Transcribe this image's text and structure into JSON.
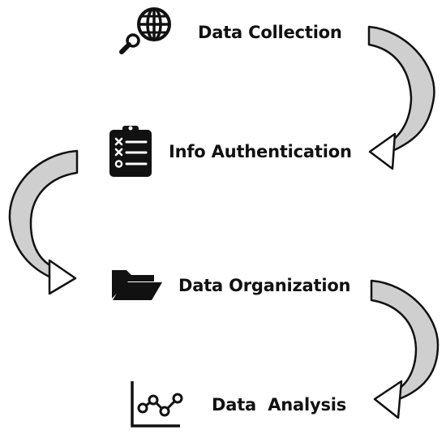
{
  "steps": [
    {
      "label": "Data Collection",
      "icon": "globe-search-icon"
    },
    {
      "label": "Info Authentication",
      "icon": "clipboard-checklist-icon"
    },
    {
      "label": "Data Organization",
      "icon": "folder-open-icon"
    },
    {
      "label": "Data  Analysis",
      "icon": "line-chart-icon"
    }
  ],
  "colors": {
    "text": "#111111",
    "icon": "#111111",
    "arrow_fill": "#cfcfcf",
    "arrow_stroke": "#111111",
    "arrow_head_fill": "#ffffff"
  }
}
